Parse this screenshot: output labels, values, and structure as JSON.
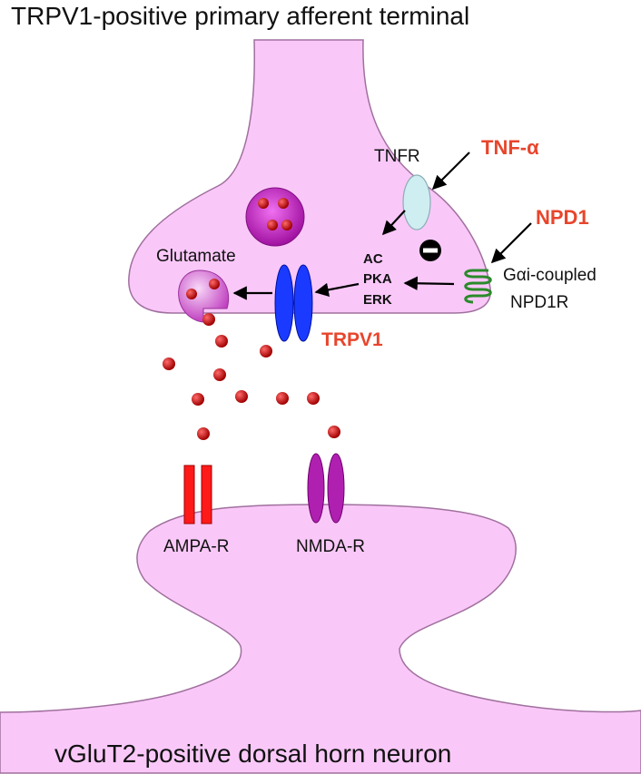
{
  "titles": {
    "top": "TRPV1-positive primary afferent terminal",
    "bottom": "vGluT2-positive dorsal horn neuron"
  },
  "labels": {
    "tnfr": "TNFR",
    "tnf_alpha": "TNF-α",
    "npd1": "NPD1",
    "gai_coupled": "Gαi-coupled",
    "npd1r": "NPD1R",
    "glutamate": "Glutamate",
    "ac": "AC",
    "pka": "PKA",
    "erk": "ERK",
    "trpv1": "TRPV1",
    "ampa_r": "AMPA-R",
    "nmda_r": "NMDA-R"
  },
  "colors": {
    "membrane_fill": "#f9c8f8",
    "membrane_stroke": "#a0709e",
    "accent_red": "#e8452c",
    "trpv1_blue": "#1a3bff",
    "tnfr_fill": "#cfeef2",
    "npd1r_green": "#2a8a2a",
    "ampa_red": "#ff1a1a",
    "nmda_purple": "#b020b0",
    "glutamate_dot": "#cc0000"
  }
}
